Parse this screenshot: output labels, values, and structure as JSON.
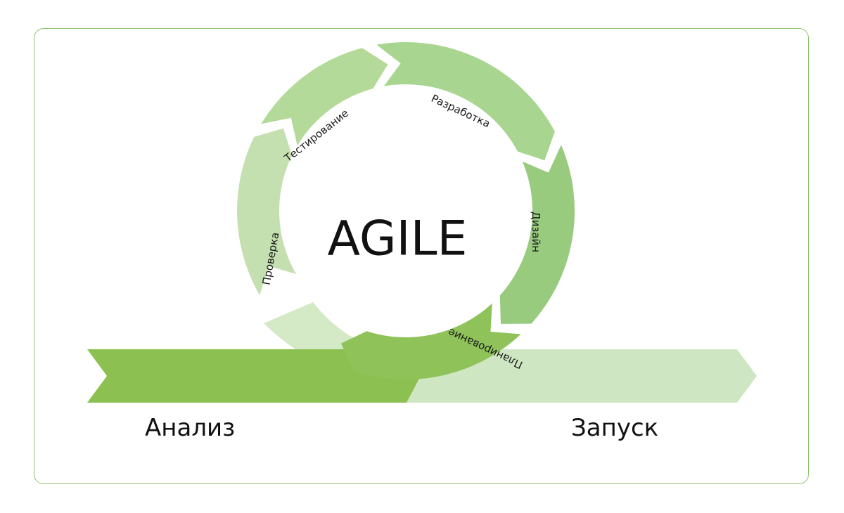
{
  "center_title": "AGILE",
  "cycle_segments": [
    {
      "label": "Разработка",
      "color": "#a8d690"
    },
    {
      "label": "Дизайн",
      "color": "#99cb7f"
    },
    {
      "label": "Планирование",
      "color": "#8fc35a"
    },
    {
      "label": "Проверка",
      "color": "#c4e0b0"
    },
    {
      "label": "Тестирование",
      "color": "#b3da98"
    }
  ],
  "phases": {
    "left_label": "Анализ",
    "right_label": "Запуск"
  },
  "colors": {
    "frame_border": "#8cc26a",
    "left_arrow": "#8cc152",
    "right_arrow": "#cfe6c3",
    "ghost_segment": "#d4e9c6"
  }
}
